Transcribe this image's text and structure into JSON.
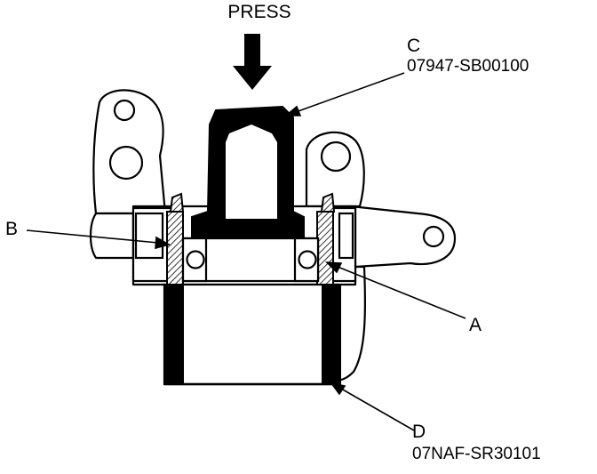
{
  "diagram": {
    "press_label": "PRESS",
    "callouts": [
      {
        "letter": "A"
      },
      {
        "letter": "B"
      },
      {
        "letter": "C",
        "part_number": "07947-SB00100"
      },
      {
        "letter": "D",
        "part_number": "07NAF-SR30101"
      }
    ],
    "colors": {
      "ink": "#000000",
      "paper": "#ffffff"
    }
  }
}
